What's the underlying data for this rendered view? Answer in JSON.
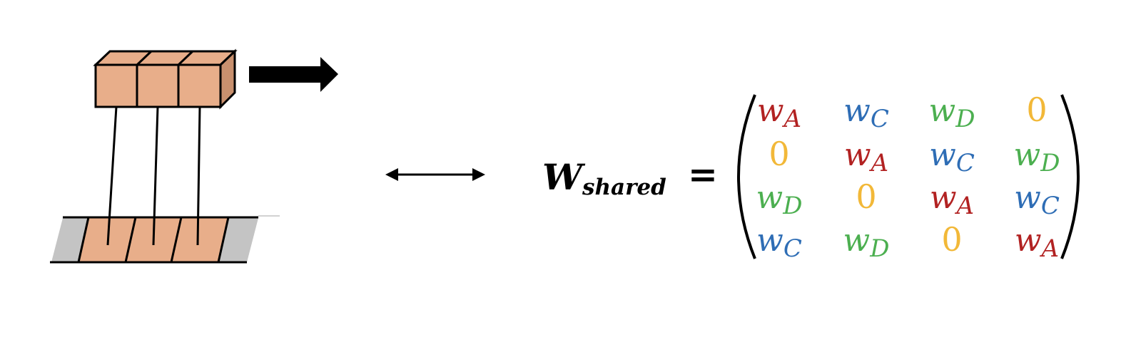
{
  "colors": {
    "block_fill": "#E8AE8A",
    "block_side": "#C8906E",
    "gray": "#C4C4C4",
    "stroke": "#000000",
    "w_a": "#B22222",
    "w_c": "#2E6DB5",
    "w_d": "#4CAF50",
    "zero": "#F2B838"
  },
  "equation": {
    "lhs_main": "W",
    "lhs_sub": "shared",
    "equals": "=",
    "matrix": [
      [
        {
          "base": "w",
          "sub": "A",
          "color": "w_a"
        },
        {
          "base": "w",
          "sub": "C",
          "color": "w_c"
        },
        {
          "base": "w",
          "sub": "D",
          "color": "w_d"
        },
        {
          "base": "0",
          "sub": "",
          "color": "zero"
        }
      ],
      [
        {
          "base": "0",
          "sub": "",
          "color": "zero"
        },
        {
          "base": "w",
          "sub": "A",
          "color": "w_a"
        },
        {
          "base": "w",
          "sub": "C",
          "color": "w_c"
        },
        {
          "base": "w",
          "sub": "D",
          "color": "w_d"
        }
      ],
      [
        {
          "base": "w",
          "sub": "D",
          "color": "w_d"
        },
        {
          "base": "0",
          "sub": "",
          "color": "zero"
        },
        {
          "base": "w",
          "sub": "A",
          "color": "w_a"
        },
        {
          "base": "w",
          "sub": "C",
          "color": "w_c"
        }
      ],
      [
        {
          "base": "w",
          "sub": "C",
          "color": "w_c"
        },
        {
          "base": "w",
          "sub": "D",
          "color": "w_d"
        },
        {
          "base": "0",
          "sub": "",
          "color": "zero"
        },
        {
          "base": "w",
          "sub": "A",
          "color": "w_a"
        }
      ]
    ]
  },
  "icons": {
    "direction": "right-arrow-icon",
    "equivalence": "double-arrow-icon"
  }
}
